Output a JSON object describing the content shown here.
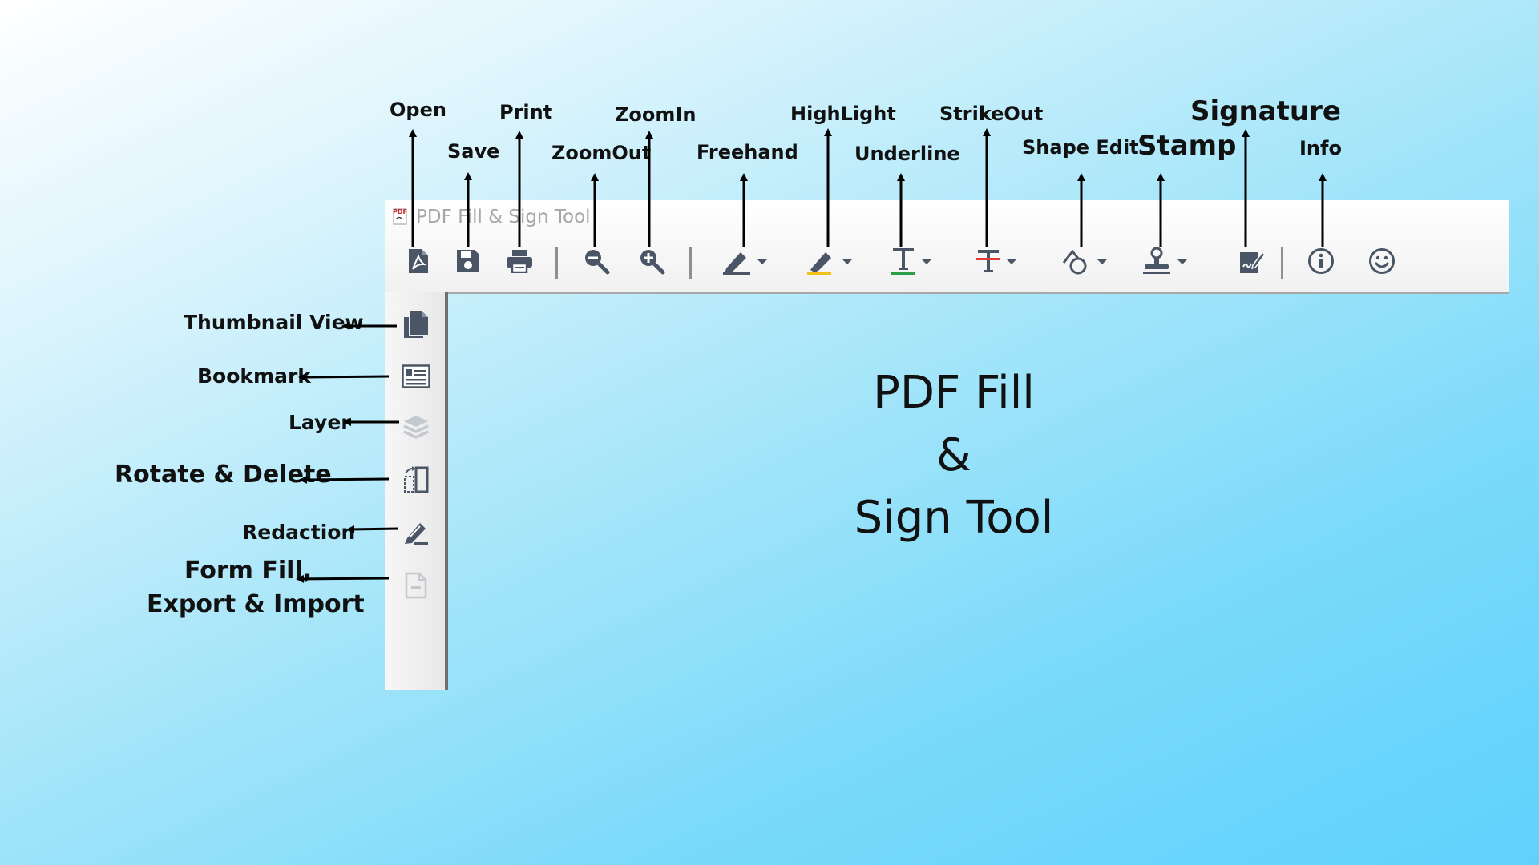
{
  "window": {
    "title": "PDF Fill & Sign Tool",
    "logo_text": "PDF"
  },
  "toolbar": {
    "buttons": [
      {
        "id": "open",
        "label": "Open",
        "icon": "pdf-file-icon"
      },
      {
        "id": "save",
        "label": "Save",
        "icon": "floppy-disk-icon"
      },
      {
        "id": "print",
        "label": "Print",
        "icon": "printer-icon"
      },
      {
        "id": "zoomout",
        "label": "ZoomOut",
        "icon": "zoom-out-icon"
      },
      {
        "id": "zoomin",
        "label": "ZoomIn",
        "icon": "zoom-in-icon"
      },
      {
        "id": "freehand",
        "label": "Freehand",
        "icon": "pen-icon"
      },
      {
        "id": "highlight",
        "label": "HighLight",
        "icon": "highlighter-icon",
        "color": "#f2c21b"
      },
      {
        "id": "underline",
        "label": "Underline",
        "icon": "text-underline-icon",
        "color": "#2e9e4a"
      },
      {
        "id": "strikeout",
        "label": "StrikeOut",
        "icon": "text-strikeout-icon",
        "color": "#e23b3b"
      },
      {
        "id": "shape",
        "label": "Shape Edit",
        "icon": "shapes-icon"
      },
      {
        "id": "stamp",
        "label": "Stamp",
        "icon": "stamp-icon"
      },
      {
        "id": "signature",
        "label": "Signature",
        "icon": "signature-icon"
      },
      {
        "id": "info",
        "label": "Info",
        "icon": "info-icon"
      },
      {
        "id": "feedback",
        "label": "",
        "icon": "smiley-icon"
      }
    ]
  },
  "sidebar": {
    "items": [
      {
        "label": "Thumbnail View",
        "icon": "pages-icon"
      },
      {
        "label": "Bookmark",
        "icon": "bookmark-icon"
      },
      {
        "label": "Layer",
        "icon": "layers-icon"
      },
      {
        "label": "Rotate & Delete",
        "icon": "rotate-page-icon"
      },
      {
        "label": "Redaction",
        "icon": "redaction-pen-icon"
      },
      {
        "label_line1": "Form Fill,",
        "label_line2": "Export & Import",
        "icon": "form-icon"
      }
    ]
  },
  "main": {
    "title_line1": "PDF Fill",
    "title_line2": "&",
    "title_line3": "Sign Tool"
  },
  "colors": {
    "icon": "#4a5566",
    "icon_disabled": "#c4c8cf",
    "window_title": "#a6a6a6",
    "logo_red": "#c0262d"
  }
}
